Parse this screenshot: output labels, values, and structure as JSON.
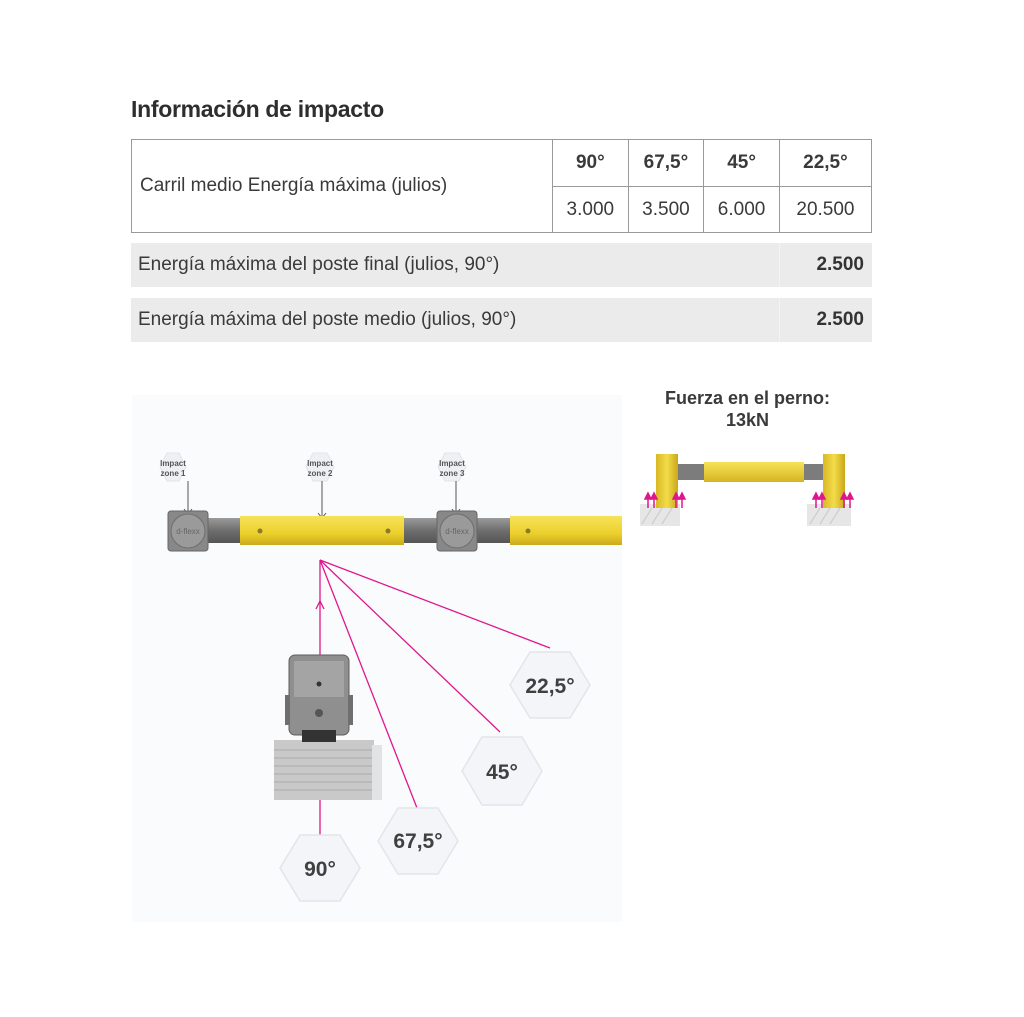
{
  "title": "Información de impacto",
  "table": {
    "row_label": "Carril medio Energía máxima (julios)",
    "headers": [
      "90°",
      "67,5°",
      "45°",
      "22,5°"
    ],
    "values": [
      "3.000",
      "3.500",
      "6.000",
      "20.500"
    ]
  },
  "rows": [
    {
      "label": "Energía máxima del poste final (julios, 90°)",
      "value": "2.500"
    },
    {
      "label": "Energía máxima del poste medio (julios, 90°)",
      "value": "2.500"
    }
  ],
  "diagram": {
    "impact_zones": [
      {
        "line1": "Impact",
        "line2": "zone 1"
      },
      {
        "line1": "Impact",
        "line2": "zone 2"
      },
      {
        "line1": "Impact",
        "line2": "zone 3"
      }
    ],
    "post_brand": "d-flexx",
    "angles": [
      "90°",
      "67,5°",
      "45°",
      "22,5°"
    ],
    "force": {
      "title_line1": "Fuerza en el perno:",
      "title_line2": "13kN"
    },
    "colors": {
      "rail_yellow": "#f2d53c",
      "post_grey": "#7c7c7c",
      "impact_line": "#e0168e",
      "hex_fill": "#f3f5f8"
    }
  }
}
